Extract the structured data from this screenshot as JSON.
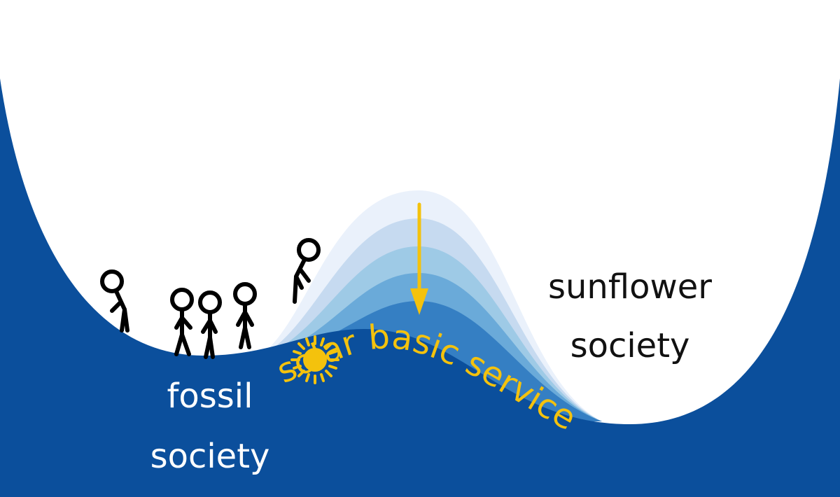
{
  "labels": {
    "fossil_line1": "fossil",
    "fossil_line2": "society",
    "sunflower_line1": "sunflower",
    "sunflower_line2": "society",
    "solar_basic_service": "solar basic service"
  },
  "colors": {
    "background": "#ffffff",
    "landscape": "#0b4f9c",
    "barrier_layers": [
      "#eaf1fb",
      "#c6daf0",
      "#9ecae6",
      "#6aaad9",
      "#357fc3"
    ],
    "accent": "#f4c20d",
    "figure": "#000000",
    "text_on_dark": "#ffffff",
    "text_on_light": "#111111"
  },
  "icons": {
    "sun": "sun-icon",
    "arrow": "arrow-down-icon",
    "person": "person-icon"
  }
}
